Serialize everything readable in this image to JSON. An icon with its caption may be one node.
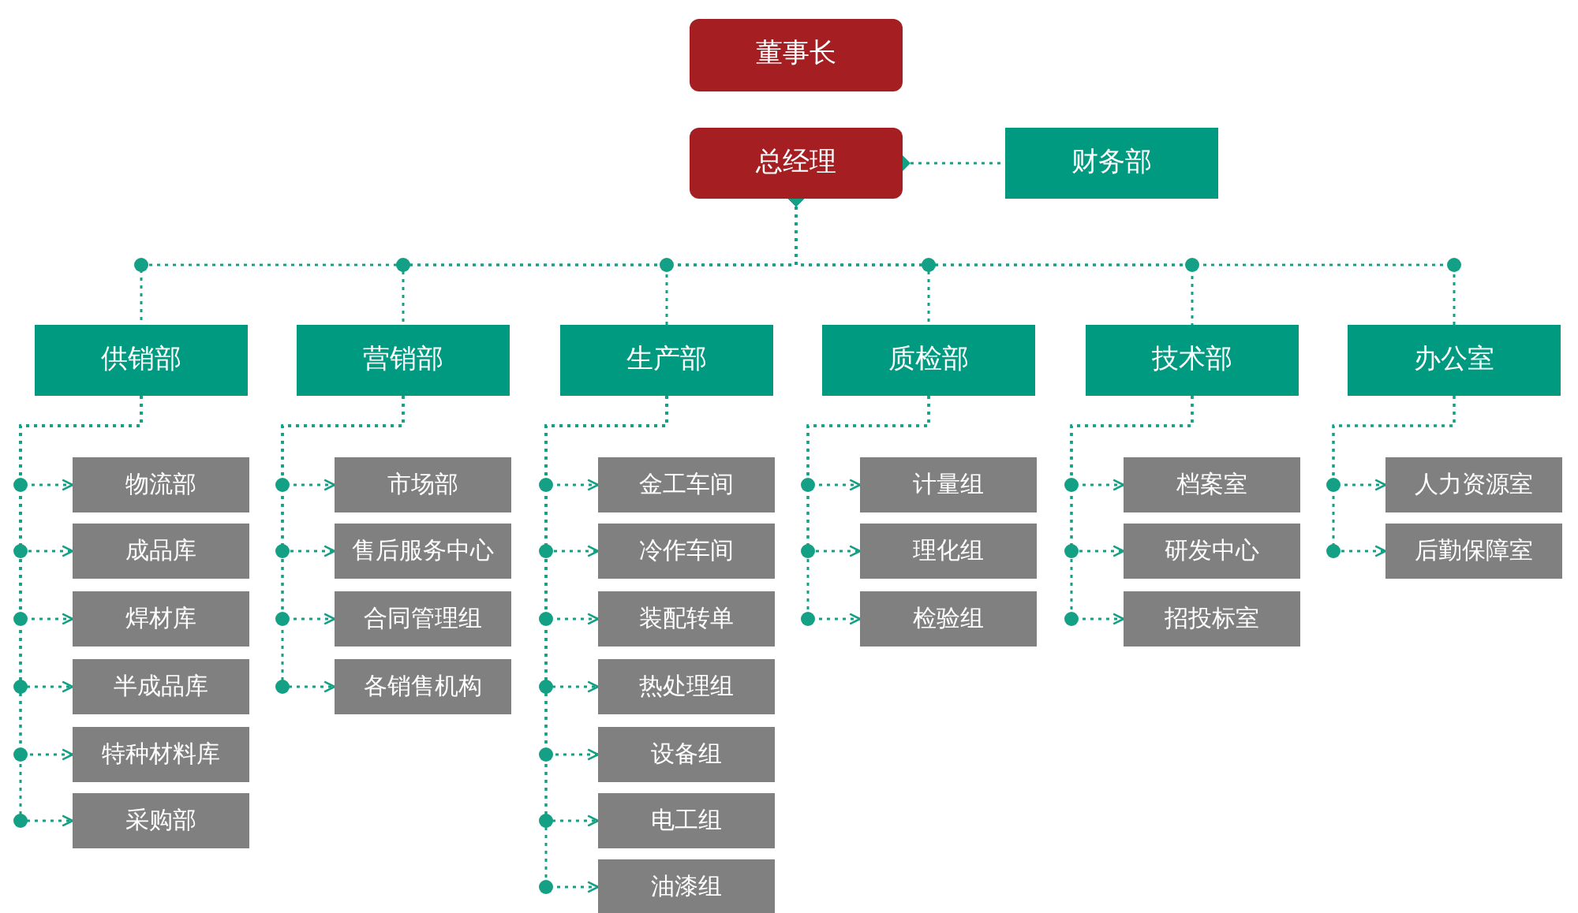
{
  "diagram": {
    "nodes": [
      {
        "text": [
          "董事长"
        ]
      },
      {
        "text": [
          "总经理"
        ]
      },
      {
        "text": [
          "财务部"
        ]
      },
      {
        "text": [
          "供销部"
        ]
      },
      {
        "text": [
          "营销部"
        ]
      },
      {
        "text": [
          "生产部"
        ]
      },
      {
        "text": [
          "质检部"
        ]
      },
      {
        "text": [
          "技术部"
        ]
      },
      {
        "text": [
          "办公室"
        ]
      },
      {
        "text": [
          "物流部"
        ]
      },
      {
        "text": [
          "成品库"
        ]
      },
      {
        "text": [
          "焊材库"
        ]
      },
      {
        "text": [
          "半成品库"
        ]
      },
      {
        "text": [
          "特种材料库"
        ]
      },
      {
        "text": [
          "采购部"
        ]
      },
      {
        "text": [
          "市场部"
        ]
      },
      {
        "text": [
          "售后服务中心"
        ]
      },
      {
        "text": [
          "合同管理组"
        ]
      },
      {
        "text": [
          "各销售机构"
        ]
      },
      {
        "text": [
          "金工车间"
        ]
      },
      {
        "text": [
          "冷作车间"
        ]
      },
      {
        "text": [
          "装配转单"
        ]
      },
      {
        "text": [
          "热处理组"
        ]
      },
      {
        "text": [
          "设备组"
        ]
      },
      {
        "text": [
          "电工组"
        ]
      },
      {
        "text": [
          "油漆组"
        ]
      },
      {
        "text": [
          "计量组"
        ]
      },
      {
        "text": [
          "理化组"
        ]
      },
      {
        "text": [
          "检验组"
        ]
      },
      {
        "text": [
          "档案室"
        ]
      },
      {
        "text": [
          "研发中心"
        ]
      },
      {
        "text": [
          "招投标室"
        ]
      },
      {
        "text": [
          "人力资源室"
        ]
      },
      {
        "text": [
          "后勤保障室"
        ]
      }
    ],
    "edges": [
      {
        "from": 1,
        "to": 2,
        "arrow": "other"
      },
      {
        "from": 1,
        "to": 3,
        "arrow": "other"
      },
      {
        "from": 1,
        "to": 4,
        "arrow": "other"
      },
      {
        "from": 1,
        "to": 5,
        "arrow": "other"
      },
      {
        "from": 1,
        "to": 6,
        "arrow": "other"
      },
      {
        "from": 1,
        "to": 7,
        "arrow": "other"
      },
      {
        "from": 1,
        "to": 8,
        "arrow": "other"
      },
      {
        "from": 3,
        "to": 9,
        "arrow": "to"
      },
      {
        "from": 3,
        "to": 10,
        "arrow": "to"
      },
      {
        "from": 3,
        "to": 11,
        "arrow": "to"
      },
      {
        "from": 3,
        "to": 12,
        "arrow": "to"
      },
      {
        "from": 3,
        "to": 13,
        "arrow": "to"
      },
      {
        "from": 3,
        "to": 14,
        "arrow": "to"
      },
      {
        "from": 4,
        "to": 15,
        "arrow": "to"
      },
      {
        "from": 4,
        "to": 16,
        "arrow": "to"
      },
      {
        "from": 4,
        "to": 17,
        "arrow": "to"
      },
      {
        "from": 4,
        "to": 18,
        "arrow": "to"
      },
      {
        "from": 5,
        "to": 19,
        "arrow": "to"
      },
      {
        "from": 5,
        "to": 20,
        "arrow": "to"
      },
      {
        "from": 5,
        "to": 21,
        "arrow": "to"
      },
      {
        "from": 5,
        "to": 22,
        "arrow": "to"
      },
      {
        "from": 5,
        "to": 23,
        "arrow": "to"
      },
      {
        "from": 5,
        "to": 24,
        "arrow": "to"
      },
      {
        "from": 5,
        "to": 25,
        "arrow": "to"
      },
      {
        "from": 6,
        "to": 26,
        "arrow": "to"
      },
      {
        "from": 6,
        "to": 27,
        "arrow": "to"
      },
      {
        "from": 6,
        "to": 28,
        "arrow": "to"
      },
      {
        "from": 7,
        "to": 29,
        "arrow": "to"
      },
      {
        "from": 7,
        "to": 30,
        "arrow": "to"
      },
      {
        "from": 7,
        "to": 31,
        "arrow": "to"
      },
      {
        "from": 8,
        "to": 32,
        "arrow": "to"
      },
      {
        "from": 8,
        "to": 33,
        "arrow": "to"
      }
    ]
  }
}
